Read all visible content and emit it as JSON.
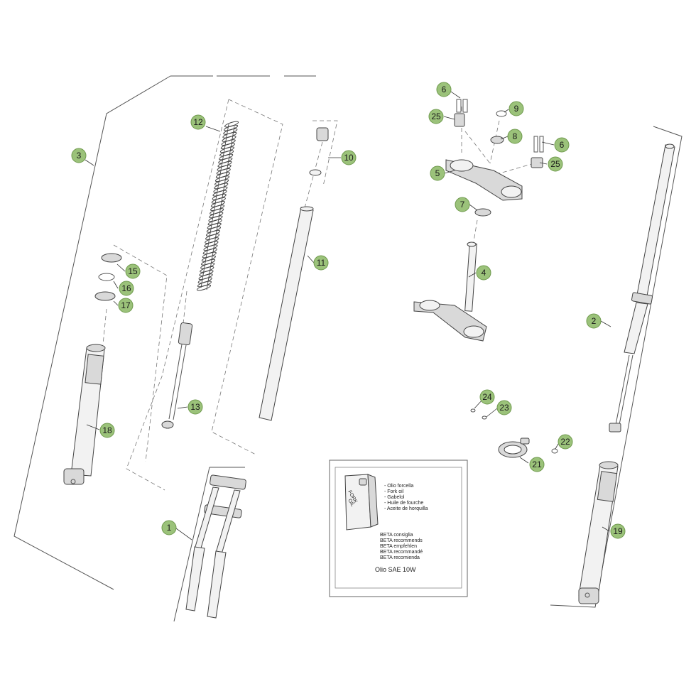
{
  "callouts": {
    "c1": "1",
    "c2": "2",
    "c3": "3",
    "c4": "4",
    "c5": "5",
    "c6a": "6",
    "c6b": "6",
    "c7": "7",
    "c8": "8",
    "c9": "9",
    "c10": "10",
    "c11": "11",
    "c12": "12",
    "c13": "13",
    "c15": "15",
    "c16": "16",
    "c17": "17",
    "c18": "18",
    "c19": "19",
    "c21": "21",
    "c22": "22",
    "c23": "23",
    "c24": "24",
    "c25a": "25",
    "c25b": "25"
  },
  "oil_box": {
    "can_label_1": "FORK",
    "can_label_2": "OIL",
    "languages": [
      "- Olio forcella",
      "- Fork oil",
      "- Gabelol",
      "- Huile de fourche",
      "- Aceite de horquilla"
    ],
    "recommend": [
      "BETA consiglia",
      "BETA recommends",
      "BETA empfehlen",
      "BETA recommandé",
      "BETA recomienda"
    ],
    "oil_spec": "Olio SAE 10W"
  },
  "colors": {
    "callout_fill": "#9bc27a",
    "line": "#444444"
  }
}
